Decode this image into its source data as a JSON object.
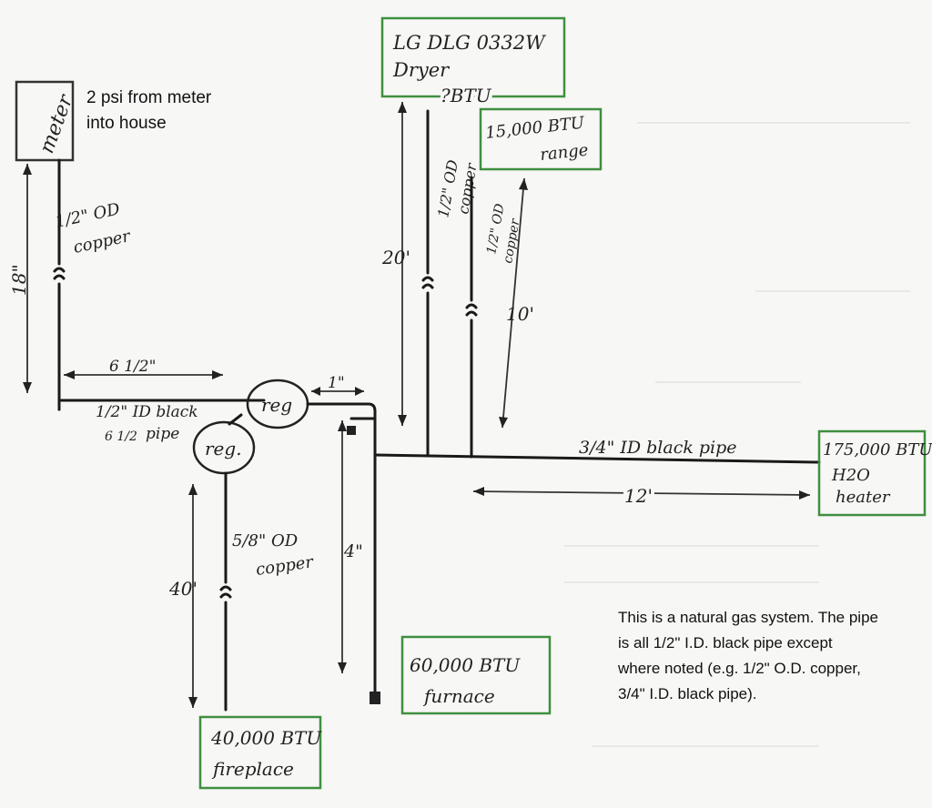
{
  "meter": {
    "label": "meter",
    "note_line1": "2 psi from meter",
    "note_line2": "into house",
    "pipe_line1": "1/2\" OD",
    "pipe_line2": "copper",
    "run_length": "18\""
  },
  "dryer": {
    "line1": "LG DLG 0332W",
    "line2": "Dryer",
    "btu": "?BTU",
    "pipe_line1": "1/2\" OD",
    "pipe_line2": "copper",
    "run_length": "20'"
  },
  "range": {
    "line1": "15,000 BTU",
    "line2": "range",
    "pipe_line1": "1/2\" OD",
    "pipe_line2": "copper",
    "run_length": "10'"
  },
  "water_heater": {
    "line1": "175,000 BTU",
    "line2": "H2O",
    "line3": "heater",
    "run_length": "12'"
  },
  "furnace": {
    "line1": "60,000 BTU",
    "line2": "furnace",
    "run_length": "4\""
  },
  "fireplace": {
    "line1": "40,000 BTU",
    "line2": "fireplace",
    "pipe_line1": "5/8\" OD",
    "pipe_line2": "copper",
    "run_length": "40'"
  },
  "regulators": {
    "reg1": "reg",
    "reg2": "reg."
  },
  "pipes": {
    "black_half_line1": "1/2\" ID black",
    "black_half_line2": "pipe",
    "black_half_length": "6 1/2\"",
    "black_half_length_faint": "6 1/2",
    "reg_gap": "1\"",
    "main_line": "3/4\" ID black pipe"
  },
  "note": {
    "line1": "This is a natural gas system. The pipe",
    "line2": "is all 1/2\" I.D. black pipe except",
    "line3": "where noted (e.g. 1/2\" O.D. copper,",
    "line4": "3/4\" I.D. black pipe)."
  },
  "colors": {
    "appliance_box": "#3f8f3f",
    "meter_box": "#333333",
    "ink": "#1a1a1a",
    "paper": "#f7f7f5"
  }
}
